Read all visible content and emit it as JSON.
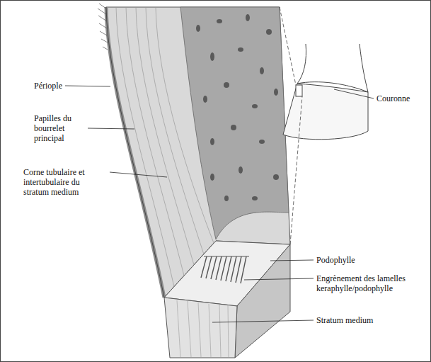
{
  "diagram": {
    "labels": [
      "Périople",
      "Papilles du bourrelet principal",
      "Corne tubulaire et intertubulaire du stratum medium",
      "Couronne",
      "Podophylle",
      "Engrènement des lamelles keraphylle/podophylle",
      "Stratum medium"
    ]
  }
}
